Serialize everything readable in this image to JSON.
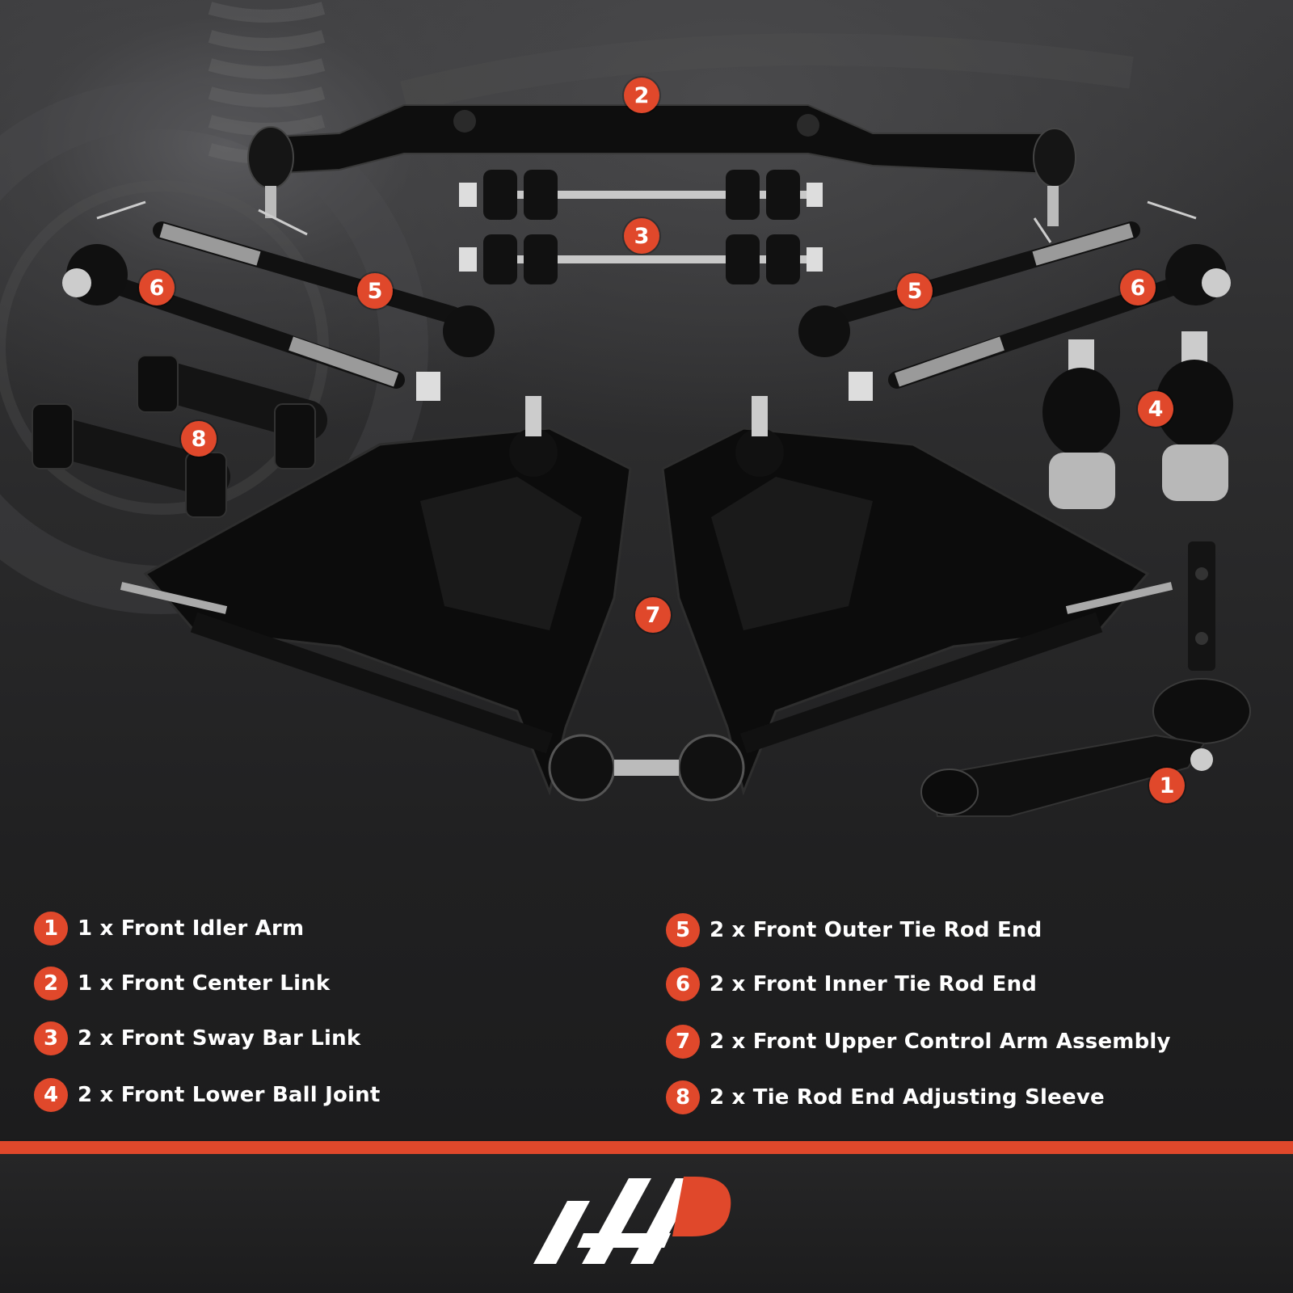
{
  "callouts": [
    {
      "id": "c2",
      "number": "2"
    },
    {
      "id": "c3",
      "number": "3"
    },
    {
      "id": "c6a",
      "number": "6"
    },
    {
      "id": "c5a",
      "number": "5"
    },
    {
      "id": "c5b",
      "number": "5"
    },
    {
      "id": "c6b",
      "number": "6"
    },
    {
      "id": "c4",
      "number": "4"
    },
    {
      "id": "c8",
      "number": "8"
    },
    {
      "id": "c7",
      "number": "7"
    },
    {
      "id": "c1",
      "number": "1"
    }
  ],
  "legend": [
    {
      "number": "1",
      "text": "1 x Front Idler Arm"
    },
    {
      "number": "2",
      "text": "1 x Front Center Link"
    },
    {
      "number": "3",
      "text": "2 x Front Sway Bar Link"
    },
    {
      "number": "4",
      "text": "2 x Front Lower Ball Joint"
    },
    {
      "number": "5",
      "text": "2 x Front Outer Tie Rod End"
    },
    {
      "number": "6",
      "text": "2 x Front Inner Tie Rod End"
    },
    {
      "number": "7",
      "text": "2 x Front Upper Control Arm Assembly"
    },
    {
      "number": "8",
      "text": "2 x Tie Rod End Adjusting Sleeve"
    }
  ],
  "colors": {
    "accent": "#e0482b",
    "background": "#1b1b1c",
    "text": "#ffffff"
  },
  "brand": {
    "logo_icon": "ap-logo-icon"
  }
}
